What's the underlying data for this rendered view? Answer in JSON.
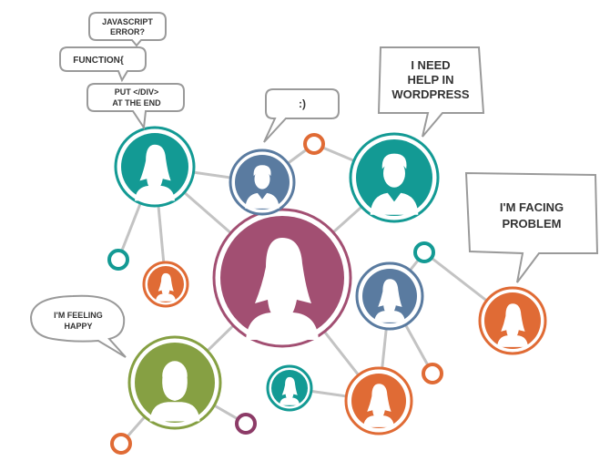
{
  "colors": {
    "teal": "#139a94",
    "slate": "#5a7ba0",
    "magenta": "#a24f72",
    "orange": "#e06b35",
    "olive": "#86a043",
    "plum": "#8c3b67",
    "line": "#c3c3c3",
    "bubble_border": "#9a9a9a",
    "bubble_fill": "#ffffff"
  },
  "bubbles": {
    "js_error": {
      "line1": "JAVASCRIPT",
      "line2": "ERROR?"
    },
    "function": {
      "line1": "FUNCTION{"
    },
    "put_div": {
      "line1": "PUT </DIV>",
      "line2": "AT THE END"
    },
    "smiley": {
      "line1": ":)"
    },
    "wordpress": {
      "line1": "I NEED",
      "line2": "HELP IN",
      "line3": "WORDPRESS"
    },
    "facing": {
      "line1": "I'M FACING",
      "line2": "PROBLEM"
    },
    "happy": {
      "line1": "I'M FEELING",
      "line2": "HAPPY"
    }
  },
  "people": [
    {
      "id": "center",
      "icon": "woman-avatar-icon",
      "color": "magenta"
    },
    {
      "id": "top-left",
      "icon": "woman-avatar-icon",
      "color": "teal"
    },
    {
      "id": "top-middle",
      "icon": "man-avatar-icon",
      "color": "slate"
    },
    {
      "id": "top-right",
      "icon": "man-avatar-icon",
      "color": "teal"
    },
    {
      "id": "left-small",
      "icon": "woman-avatar-icon",
      "color": "orange"
    },
    {
      "id": "right-middle",
      "icon": "woman-avatar-icon",
      "color": "slate"
    },
    {
      "id": "far-right",
      "icon": "woman-avatar-icon",
      "color": "orange"
    },
    {
      "id": "bottom-left",
      "icon": "bearded-man-avatar-icon",
      "color": "olive"
    },
    {
      "id": "bottom-small",
      "icon": "woman-avatar-icon",
      "color": "teal"
    },
    {
      "id": "bottom-right",
      "icon": "woman-avatar-icon",
      "color": "orange"
    }
  ]
}
